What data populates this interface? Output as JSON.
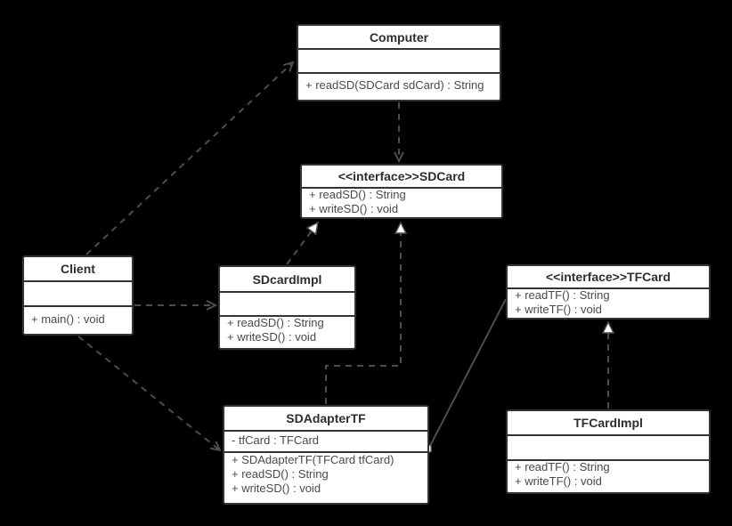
{
  "diagram": {
    "kind": "uml-class-diagram",
    "pattern": "Adapter (SDCard / TFCard)"
  },
  "colors": {
    "background": "#000000",
    "box_fill": "#ffffff",
    "box_border": "#333333",
    "connector": "#4d4d4d",
    "text": "#3d3d3d"
  },
  "classes": {
    "computer": {
      "title": "Computer",
      "attributes": [],
      "methods": [
        "+ readSD(SDCard sdCard) : String"
      ]
    },
    "sdcard": {
      "title": "<<interface>>SDCard",
      "attributes": [],
      "methods": [
        "+ readSD() : String",
        "+ writeSD() : void"
      ]
    },
    "client": {
      "title": "Client",
      "attributes": [],
      "methods": [
        "+ main() : void"
      ]
    },
    "sdcardimpl": {
      "title": "SDcardImpl",
      "attributes": [],
      "methods": [
        "+ readSD() : String",
        "+ writeSD() : void"
      ]
    },
    "tfcard": {
      "title": "<<interface>>TFCard",
      "attributes": [],
      "methods": [
        "+ readTF() : String",
        "+ writeTF() : void"
      ]
    },
    "sdadaptertf": {
      "title": "SDAdapterTF",
      "attributes": [
        "- tfCard : TFCard"
      ],
      "methods": [
        "+ SDAdapterTF(TFCard tfCard)",
        "+ readSD() : String",
        "+ writeSD() : void"
      ]
    },
    "tfcardimpl": {
      "title": "TFCardImpl",
      "attributes": [],
      "methods": [
        "+ readTF() : String",
        "+ writeTF() : void"
      ]
    }
  },
  "relationships": [
    {
      "from": "Client",
      "to": "Computer",
      "type": "dependency",
      "line": "dashed-open-arrow"
    },
    {
      "from": "Computer",
      "to": "SDCard",
      "type": "dependency",
      "line": "dashed-open-arrow"
    },
    {
      "from": "SDcardImpl",
      "to": "SDCard",
      "type": "realization",
      "line": "dashed-hollow-triangle"
    },
    {
      "from": "SDAdapterTF",
      "to": "SDCard",
      "type": "realization",
      "line": "dashed-hollow-triangle"
    },
    {
      "from": "Client",
      "to": "SDcardImpl",
      "type": "dependency",
      "line": "dashed-open-arrow"
    },
    {
      "from": "Client",
      "to": "SDAdapterTF",
      "type": "dependency",
      "line": "dashed-open-arrow"
    },
    {
      "from": "SDAdapterTF",
      "to": "TFCard",
      "type": "aggregation",
      "line": "solid-hollow-diamond"
    },
    {
      "from": "TFCardImpl",
      "to": "TFCard",
      "type": "realization",
      "line": "dashed-hollow-triangle"
    }
  ]
}
